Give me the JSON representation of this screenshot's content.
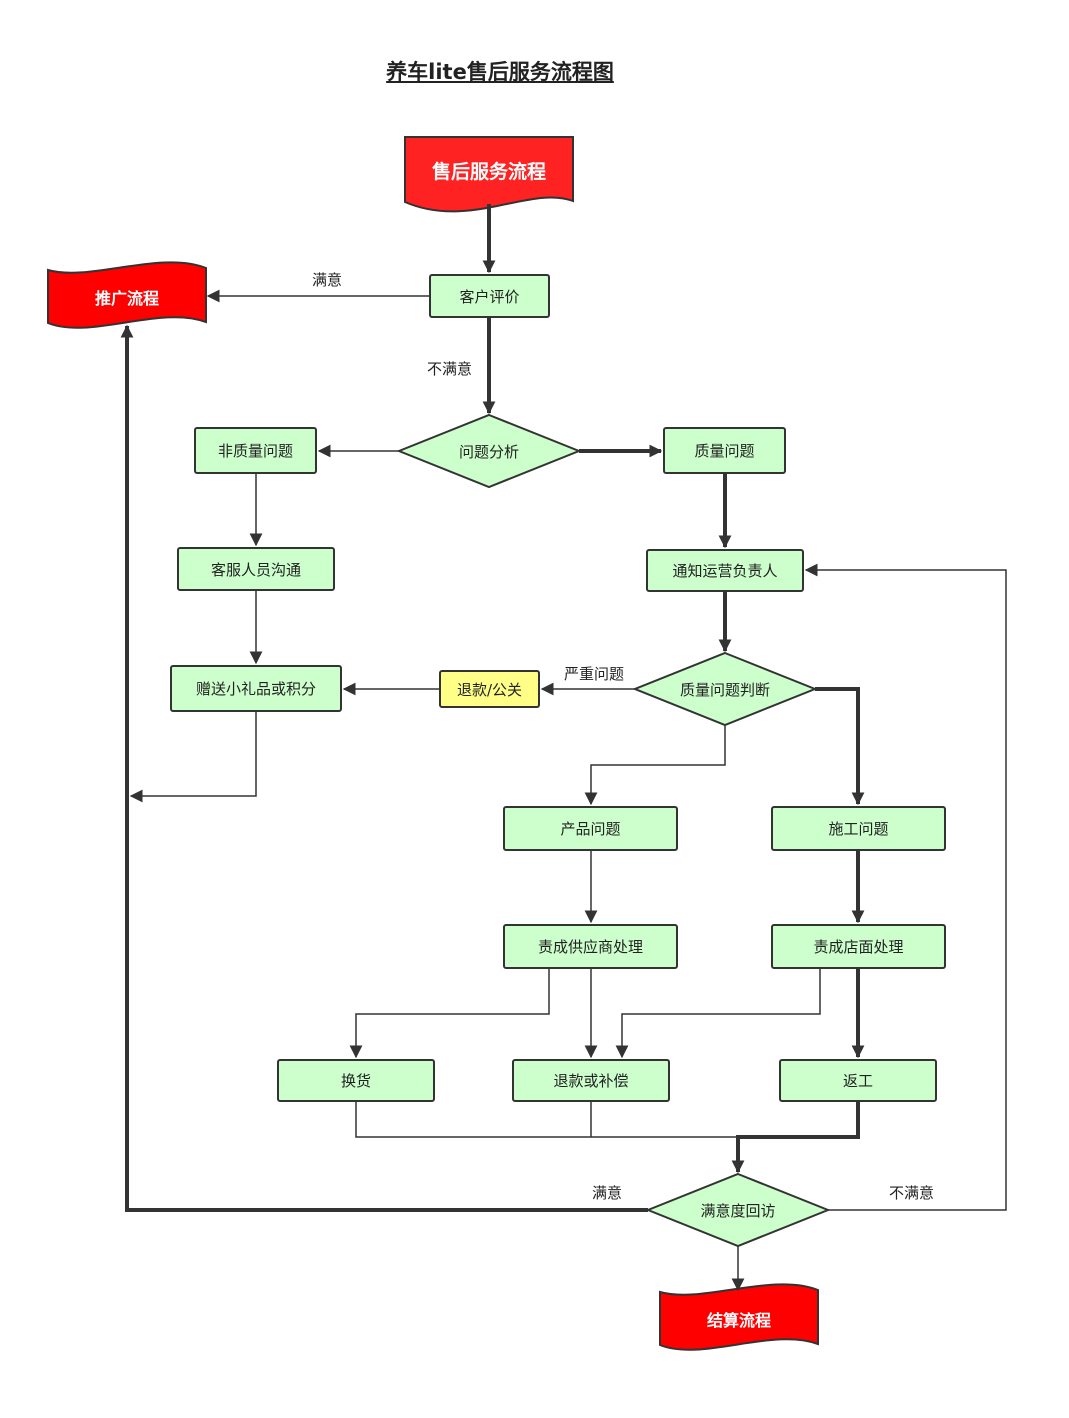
{
  "title": "养车lite售后服务流程图",
  "flags": {
    "start": "售后服务流程",
    "promotion": "推广流程",
    "settlement": "结算流程"
  },
  "nodes": {
    "customer_review": "客户评价",
    "non_quality": "非质量问题",
    "quality": "质量问题",
    "customer_service": "客服人员沟通",
    "notify_ops": "通知运营负责人",
    "gift_points": "赠送小礼品或积分",
    "refund_pr": "退款/公关",
    "product_issue": "产品问题",
    "construction_issue": "施工问题",
    "supplier_handle": "责成供应商处理",
    "store_handle": "责成店面处理",
    "exchange": "换货",
    "refund_comp": "退款或补偿",
    "rework": "返工"
  },
  "decisions": {
    "problem_analysis": "问题分析",
    "quality_judgement": "质量问题判断",
    "satisfaction_visit": "满意度回访"
  },
  "edge_labels": {
    "satisfied_top": "满意",
    "unsatisfied_top": "不满意",
    "serious_issue": "严重问题",
    "satisfied_bottom": "满意",
    "unsatisfied_bottom": "不满意"
  },
  "colors": {
    "node_fill": "#ccffcc",
    "highlight_fill": "#ffff88",
    "flag_fill": "#ff0000",
    "line": "#333333"
  }
}
